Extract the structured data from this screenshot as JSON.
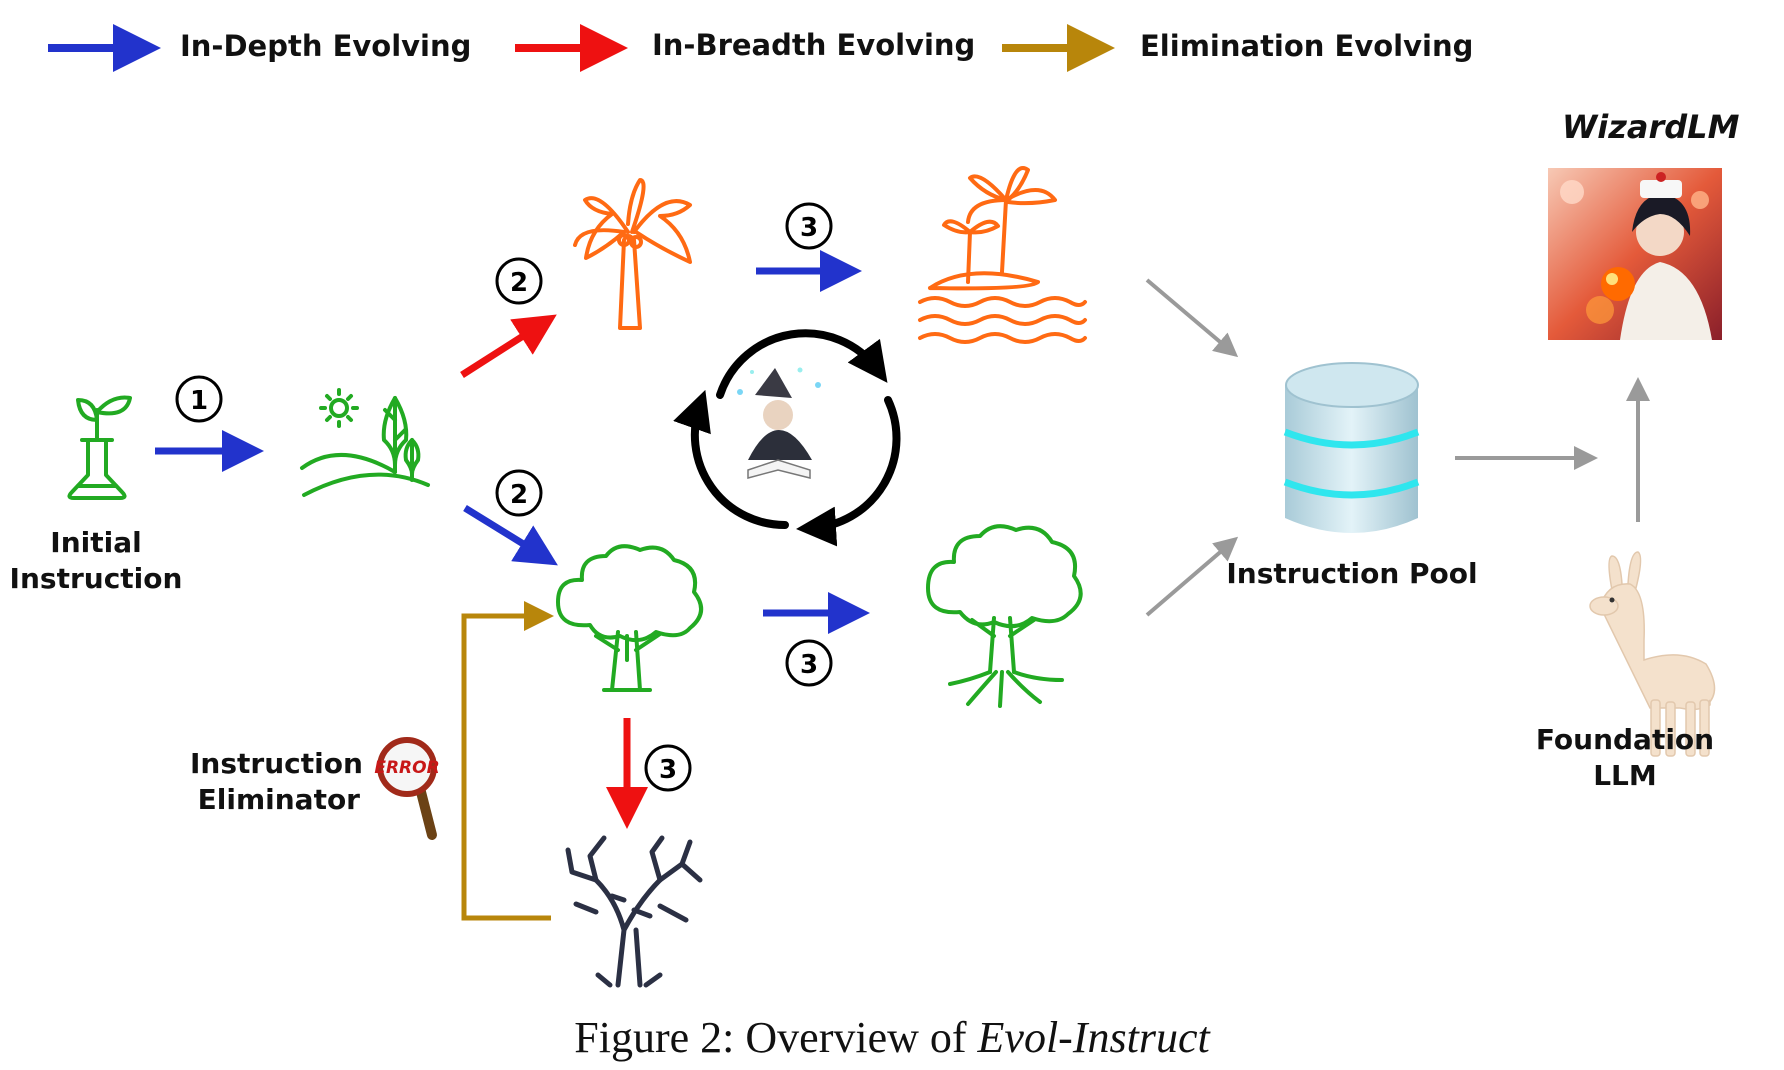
{
  "legend": [
    {
      "label": "In-Depth Evolving",
      "color": "#2233cc"
    },
    {
      "label": "In-Breadth Evolving",
      "color": "#ee1111"
    },
    {
      "label": "Elimination Evolving",
      "color": "#b8860b"
    }
  ],
  "nodes": {
    "initial_instruction": "Initial\nInstruction",
    "instruction_eliminator": "Instruction\nEliminator",
    "instruction_pool": "Instruction Pool",
    "foundation_llm": "Foundation LLM",
    "wizardlm": "WizardLM",
    "error_text": "ERROR"
  },
  "step_markers": {
    "one": "1",
    "two": "2",
    "three": "3"
  },
  "caption": {
    "prefix": "Figure 2: Overview of ",
    "emph": "Evol-Instruct"
  },
  "colors": {
    "in_depth": "#2233cc",
    "in_breadth": "#ee1111",
    "elimination": "#b8860b",
    "gray_arrow": "#9a9a9a",
    "green_icon": "#22aa22",
    "orange_icon": "#ff6a13",
    "dead_tree": "#2b3044",
    "db_cyan": "#2fe6ee"
  }
}
